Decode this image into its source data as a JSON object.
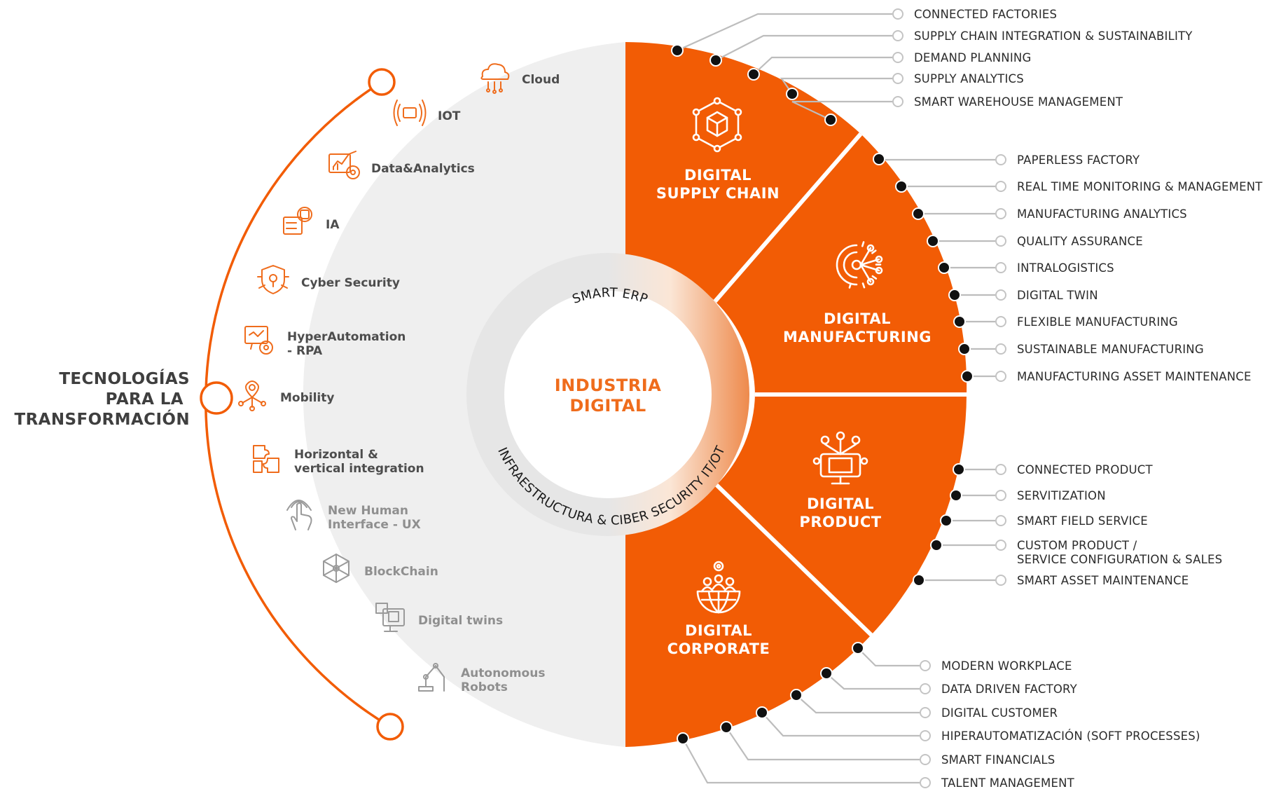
{
  "title": {
    "line1": "TECNOLOGÍAS",
    "line2": "PARA LA",
    "line3": "TRANSFORMACIÓN"
  },
  "core": {
    "line1": "INDUSTRIA",
    "line2": "DIGITAL",
    "ring_top": "SMART ERP",
    "ring_bottom": "INFRAESTRUCTURA & CIBER SECURITY IT/OT"
  },
  "technologies": [
    {
      "lines": [
        "Cloud"
      ],
      "icon": "cloud-icon",
      "faded": false
    },
    {
      "lines": [
        "IOT"
      ],
      "icon": "iot-icon",
      "faded": false
    },
    {
      "lines": [
        "Data&Analytics"
      ],
      "icon": "analytics-icon",
      "faded": false
    },
    {
      "lines": [
        "IA"
      ],
      "icon": "ai-icon",
      "faded": false
    },
    {
      "lines": [
        "Cyber Security"
      ],
      "icon": "shield-icon",
      "faded": false
    },
    {
      "lines": [
        "HyperAutomation",
        "- RPA"
      ],
      "icon": "automation-icon",
      "faded": false
    },
    {
      "lines": [
        "Mobility"
      ],
      "icon": "location-pin-icon",
      "faded": false
    },
    {
      "lines": [
        "Horizontal &",
        "vertical integration"
      ],
      "icon": "puzzle-icon",
      "faded": false
    },
    {
      "lines": [
        "New Human",
        "Interface - UX"
      ],
      "icon": "touch-icon",
      "faded": true
    },
    {
      "lines": [
        "BlockChain"
      ],
      "icon": "blockchain-icon",
      "faded": true
    },
    {
      "lines": [
        "Digital twins"
      ],
      "icon": "digital-twin-icon",
      "faded": true
    },
    {
      "lines": [
        "Autonomous",
        "Robots"
      ],
      "icon": "robot-arm-icon",
      "faded": true
    }
  ],
  "segments": [
    {
      "id": "supply-chain",
      "lines": [
        "DIGITAL",
        "SUPPLY CHAIN"
      ],
      "icon": "box-network-icon",
      "items": [
        "CONNECTED FACTORIES",
        "SUPPLY CHAIN INTEGRATION & SUSTAINABILITY",
        "DEMAND PLANNING",
        "SUPPLY ANALYTICS",
        "SMART WAREHOUSE MANAGEMENT"
      ]
    },
    {
      "id": "manufacturing",
      "lines": [
        "DIGITAL",
        "MANUFACTURING"
      ],
      "icon": "gear-network-icon",
      "items": [
        "PAPERLESS FACTORY",
        "REAL TIME MONITORING & MANAGEMENT",
        "MANUFACTURING ANALYTICS",
        "QUALITY ASSURANCE",
        "INTRALOGISTICS",
        "DIGITAL TWIN",
        "FLEXIBLE MANUFACTURING",
        "SUSTAINABLE MANUFACTURING",
        "MANUFACTURING ASSET MAINTENANCE"
      ]
    },
    {
      "id": "product",
      "lines": [
        "DIGITAL",
        "PRODUCT"
      ],
      "icon": "connected-product-icon",
      "items": [
        "CONNECTED PRODUCT",
        "SERVITIZATION",
        "SMART FIELD SERVICE",
        "CUSTOM PRODUCT /\nSERVICE CONFIGURATION & SALES",
        "SMART ASSET MAINTENANCE"
      ]
    },
    {
      "id": "corporate",
      "lines": [
        "DIGITAL",
        "CORPORATE"
      ],
      "icon": "people-globe-icon",
      "items": [
        "MODERN WORKPLACE",
        "DATA DRIVEN FACTORY",
        "DIGITAL CUSTOMER",
        "HIPERAUTOMATIZACIÓN (SOFT PROCESSES)",
        "SMART FINANCIALS",
        "TALENT MANAGEMENT"
      ]
    }
  ],
  "colors": {
    "accent": "#f25c05",
    "accent_light": "#ef6c1c",
    "left_bg": "#efefef",
    "ring": "#e4e4e4",
    "dot": "#111111",
    "leader": "#bdbdbd",
    "text_dark": "#2b2b2b"
  }
}
